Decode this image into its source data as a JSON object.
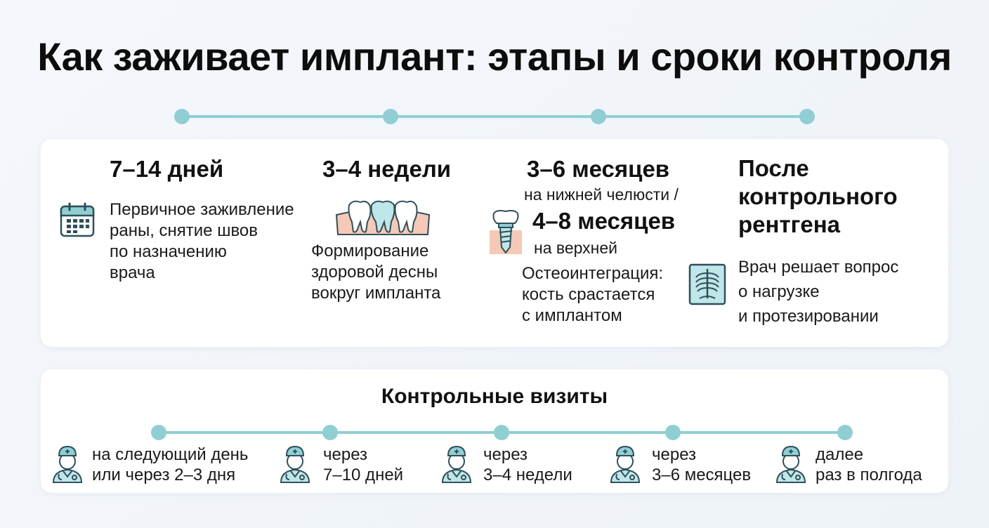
{
  "title": "Как заживает имплант: этапы и сроки контроля",
  "colors": {
    "accent": "#8fcfd3",
    "icon_fill": "#bfe6e8",
    "icon_stroke": "#2f4f5a",
    "gum": "#f6c9b6",
    "card_bg": "#ffffff"
  },
  "stages": [
    {
      "heading": "7–14 дней",
      "icon": "calendar-icon",
      "text_lines": [
        "Первичное заживление",
        "раны, снятие швов",
        "по назначению",
        "врача"
      ]
    },
    {
      "heading": "3–4 недели",
      "icon": "teeth-gum-icon",
      "text_lines": [
        "Формирование",
        "здоровой десны",
        "вокруг импланта"
      ]
    },
    {
      "heading": "3–6 месяцев",
      "subheading1": "на нижней челюсти /",
      "heading2": "4–8 месяцев",
      "subheading2": "на верхней",
      "icon": "implant-icon",
      "text_lines": [
        "Остеоинтеграция:",
        "кость срастается",
        "с имплантом"
      ]
    },
    {
      "heading_lines": [
        "После",
        "контрольного",
        "рентгена"
      ],
      "icon": "xray-icon",
      "text_lines": [
        "Врач решает вопрос",
        "о нагрузке",
        "и протезировании"
      ]
    }
  ],
  "visits": {
    "title": "Контрольные визиты",
    "items": [
      {
        "line1": "на следующий день",
        "line2": "или через 2–3 дня",
        "icon": "doctor-icon"
      },
      {
        "line1": "через",
        "line2": "7–10 дней",
        "icon": "doctor-icon"
      },
      {
        "line1": "через",
        "line2": "3–4 недели",
        "icon": "doctor-icon"
      },
      {
        "line1": "через",
        "line2": "3–6 месяцев",
        "icon": "doctor-icon"
      },
      {
        "line1": "далее",
        "line2": "раз в полгода",
        "icon": "doctor-icon"
      }
    ]
  }
}
